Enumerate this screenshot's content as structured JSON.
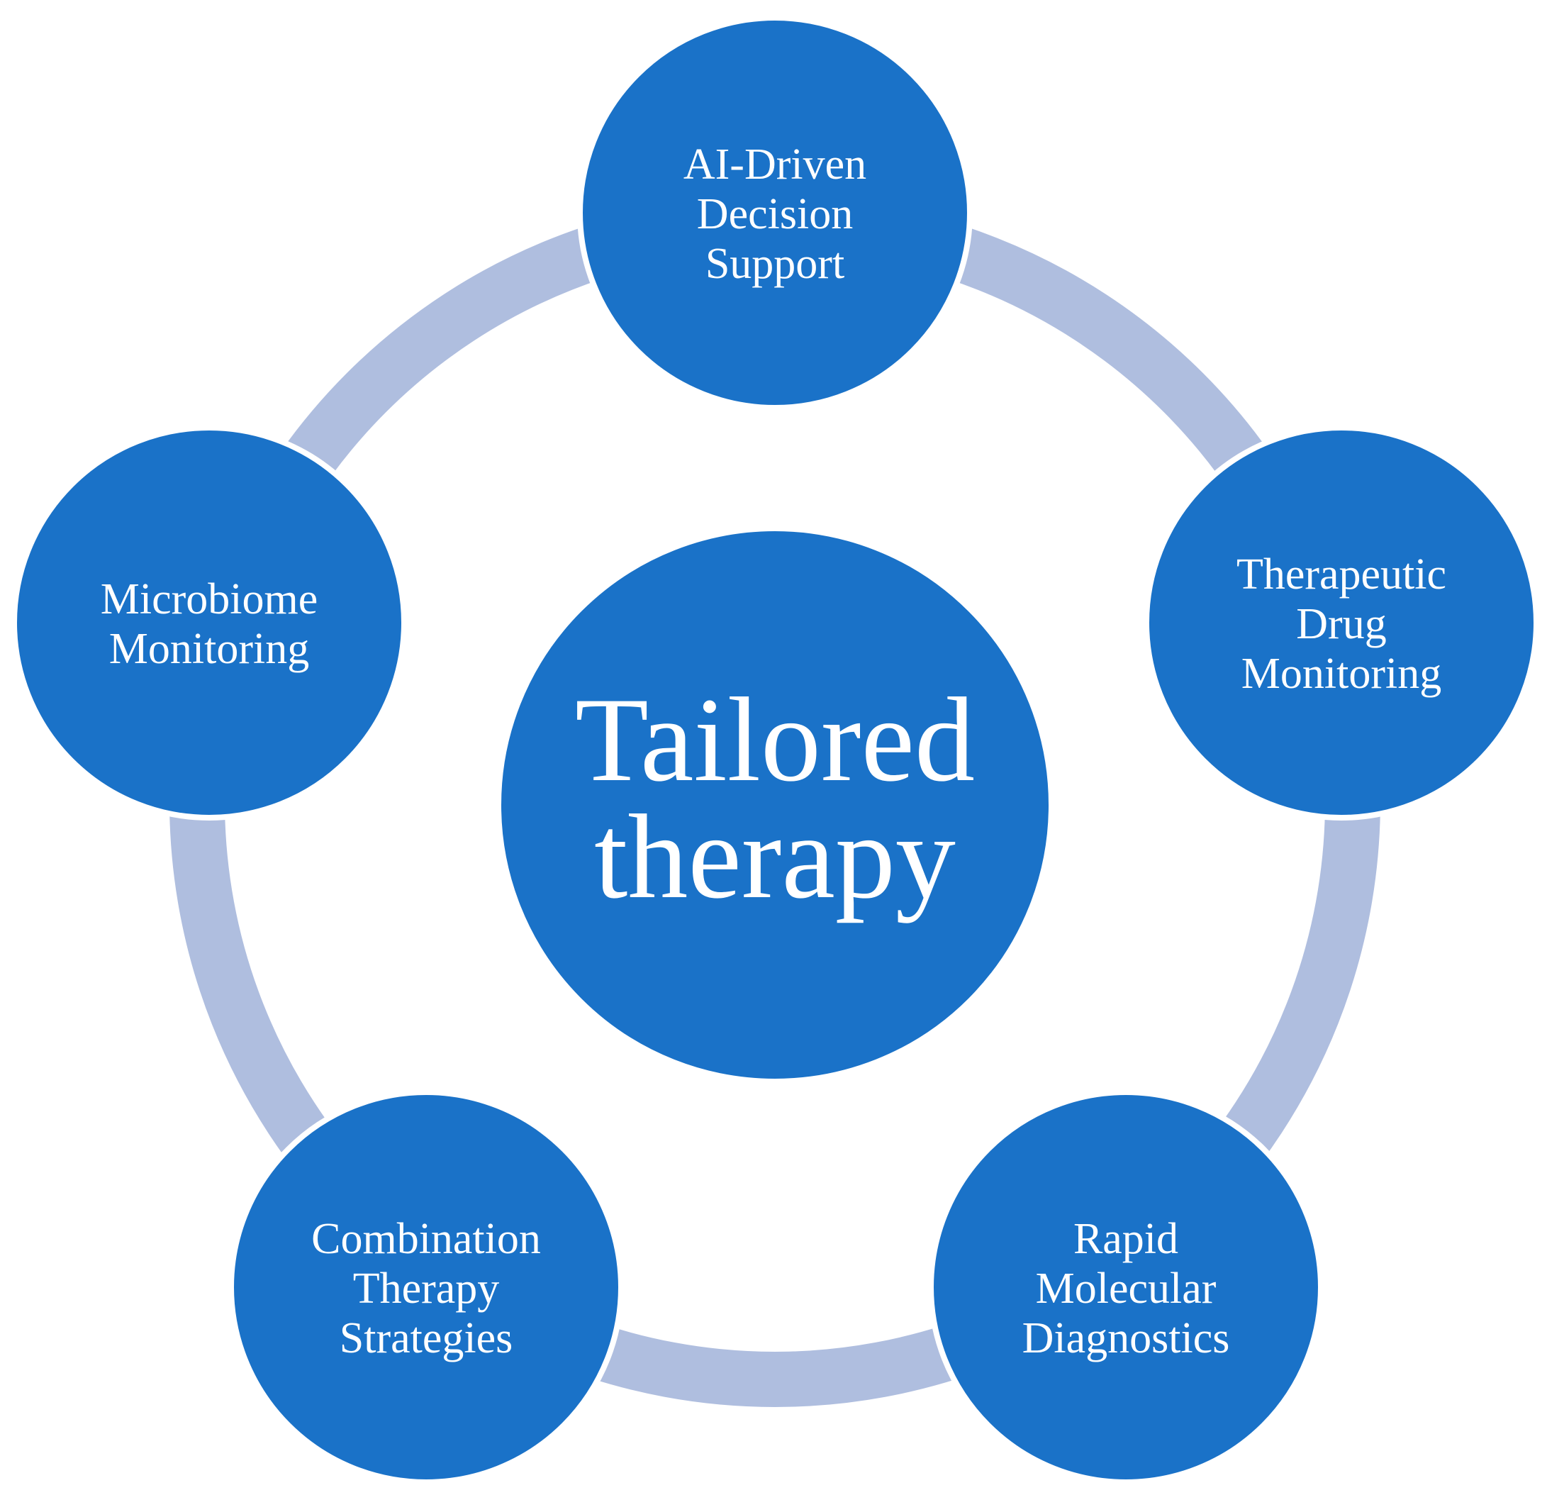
{
  "colors": {
    "node_fill": "#1A72C8",
    "node_stroke": "#ffffff",
    "ring": "#AFBEDF",
    "label_text": "#ffffff",
    "background": "#ffffff"
  },
  "center": {
    "lines": [
      "Tailored",
      "therapy"
    ]
  },
  "nodes": [
    {
      "id": "ai-driven-decision-support",
      "lines": [
        "AI-Driven",
        "Decision",
        "Support"
      ]
    },
    {
      "id": "therapeutic-drug-monitoring",
      "lines": [
        "Therapeutic",
        "Drug",
        "Monitoring"
      ]
    },
    {
      "id": "rapid-molecular-diagnostics",
      "lines": [
        "Rapid",
        "Molecular",
        "Diagnostics"
      ]
    },
    {
      "id": "combination-therapy-strategies",
      "lines": [
        "Combination",
        "Therapy",
        "Strategies"
      ]
    },
    {
      "id": "microbiome-monitoring",
      "lines": [
        "Microbiome",
        "Monitoring"
      ]
    }
  ]
}
